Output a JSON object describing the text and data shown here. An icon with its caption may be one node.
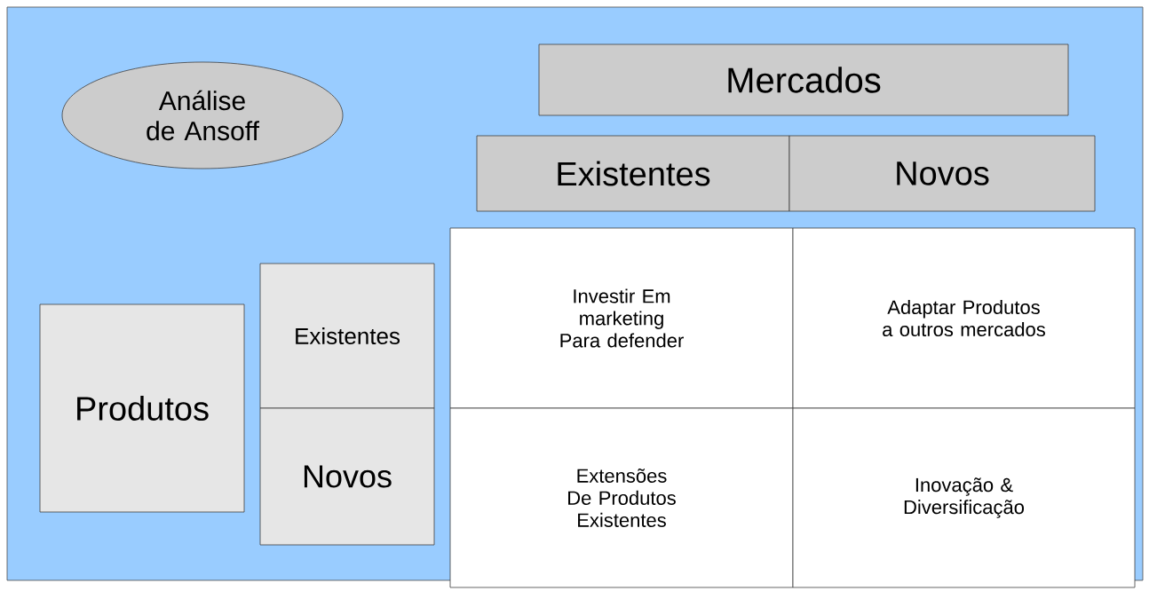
{
  "diagram": {
    "nodes": [
      {
        "text": [
          "Análise de Ansoff"
        ]
      },
      {
        "text": [
          "Mercados"
        ]
      },
      {
        "text": [
          "Existentes"
        ]
      },
      {
        "text": [
          "Novos"
        ]
      },
      {
        "text": [
          "Produtos"
        ]
      },
      {
        "text": [
          "Existentes"
        ]
      },
      {
        "text": [
          "Novos"
        ]
      },
      {
        "text": [
          "Investir Em marketing Para defender"
        ]
      },
      {
        "text": [
          "Adaptar Produtos a outros mercados"
        ]
      },
      {
        "text": [
          "Extensões De Produtos Existentes"
        ]
      },
      {
        "text": [
          "Inovação & Diversificação"
        ]
      }
    ]
  }
}
